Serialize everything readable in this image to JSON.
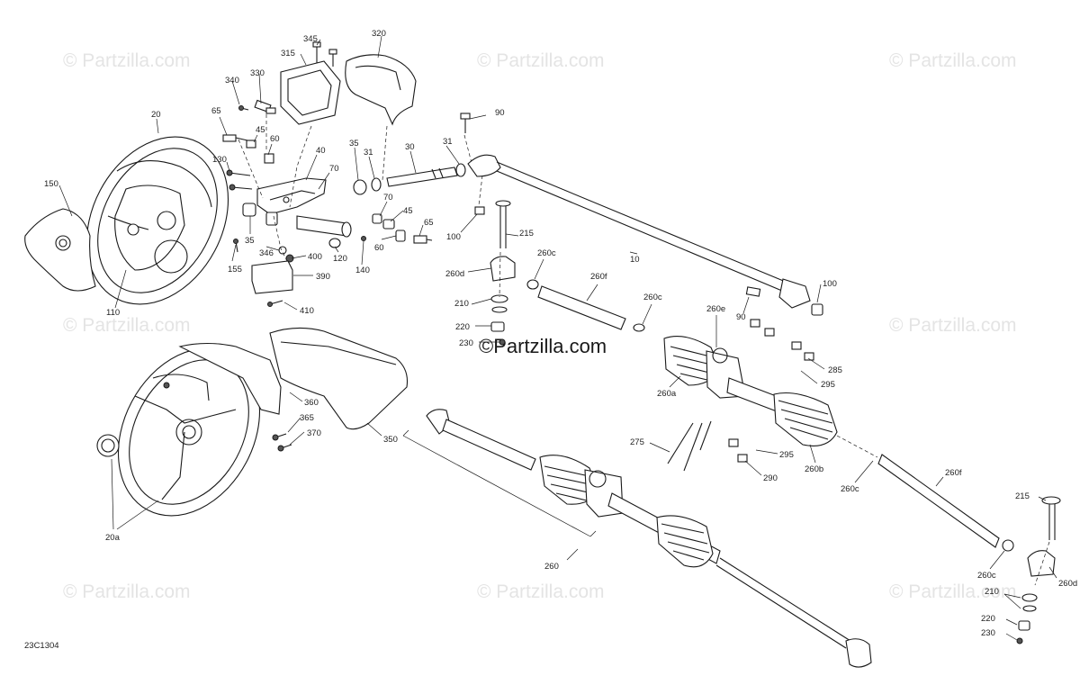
{
  "diagram": {
    "code": "23C1304",
    "watermark_text": "© Partzilla.com",
    "center_watermark_text": "©Partzilla.com"
  },
  "callouts": [
    {
      "id": "c345",
      "text": "345"
    },
    {
      "id": "c320",
      "text": "320"
    },
    {
      "id": "c315",
      "text": "315"
    },
    {
      "id": "c330",
      "text": "330"
    },
    {
      "id": "c340",
      "text": "340"
    },
    {
      "id": "c65a",
      "text": "65"
    },
    {
      "id": "c20",
      "text": "20"
    },
    {
      "id": "c45a",
      "text": "45"
    },
    {
      "id": "c60a",
      "text": "60"
    },
    {
      "id": "c90a",
      "text": "90"
    },
    {
      "id": "c31a",
      "text": "31"
    },
    {
      "id": "c35a",
      "text": "35"
    },
    {
      "id": "c31b",
      "text": "31"
    },
    {
      "id": "c30",
      "text": "30"
    },
    {
      "id": "c40",
      "text": "40"
    },
    {
      "id": "c130",
      "text": "130"
    },
    {
      "id": "c70a",
      "text": "70"
    },
    {
      "id": "c150",
      "text": "150"
    },
    {
      "id": "c70b",
      "text": "70"
    },
    {
      "id": "c45b",
      "text": "45"
    },
    {
      "id": "c65b",
      "text": "65"
    },
    {
      "id": "c215a",
      "text": "215"
    },
    {
      "id": "c100a",
      "text": "100"
    },
    {
      "id": "c35b",
      "text": "35"
    },
    {
      "id": "c60b",
      "text": "60"
    },
    {
      "id": "c346",
      "text": "346"
    },
    {
      "id": "c120",
      "text": "120"
    },
    {
      "id": "c400",
      "text": "400"
    },
    {
      "id": "c155",
      "text": "155"
    },
    {
      "id": "c140",
      "text": "140"
    },
    {
      "id": "c260ca",
      "text": "260c"
    },
    {
      "id": "c10",
      "text": "10"
    },
    {
      "id": "c260da",
      "text": "260d"
    },
    {
      "id": "c260fa",
      "text": "260f"
    },
    {
      "id": "c390",
      "text": "390"
    },
    {
      "id": "c100b",
      "text": "100"
    },
    {
      "id": "c110",
      "text": "110"
    },
    {
      "id": "c210a",
      "text": "210"
    },
    {
      "id": "c410",
      "text": "410"
    },
    {
      "id": "c260cb",
      "text": "260c"
    },
    {
      "id": "c260e",
      "text": "260e"
    },
    {
      "id": "c90b",
      "text": "90"
    },
    {
      "id": "c220a",
      "text": "220"
    },
    {
      "id": "c230a",
      "text": "230"
    },
    {
      "id": "c285",
      "text": "285"
    },
    {
      "id": "c295a",
      "text": "295"
    },
    {
      "id": "c260a",
      "text": "260a"
    },
    {
      "id": "c360",
      "text": "360"
    },
    {
      "id": "c365",
      "text": "365"
    },
    {
      "id": "c370",
      "text": "370"
    },
    {
      "id": "c350",
      "text": "350"
    },
    {
      "id": "c275",
      "text": "275"
    },
    {
      "id": "c295b",
      "text": "295"
    },
    {
      "id": "c260b",
      "text": "260b"
    },
    {
      "id": "c290",
      "text": "290"
    },
    {
      "id": "c260cc",
      "text": "260c"
    },
    {
      "id": "c260fb",
      "text": "260f"
    },
    {
      "id": "c215b",
      "text": "215"
    },
    {
      "id": "c20a",
      "text": "20a"
    },
    {
      "id": "c260",
      "text": "260"
    },
    {
      "id": "c260cd",
      "text": "260c"
    },
    {
      "id": "c260db",
      "text": "260d"
    },
    {
      "id": "c210b",
      "text": "210"
    },
    {
      "id": "c220b",
      "text": "220"
    },
    {
      "id": "c230b",
      "text": "230"
    }
  ]
}
